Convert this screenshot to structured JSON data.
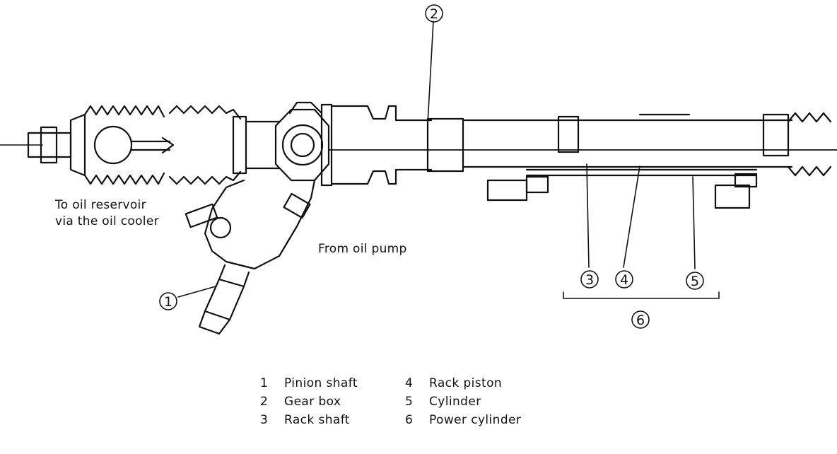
{
  "callouts": {
    "c1": "1",
    "c2": "2",
    "c3": "3",
    "c4": "4",
    "c5": "5",
    "c6": "6"
  },
  "labels": {
    "return_line_1": "To oil reservoir",
    "return_line_2": "via the oil cooler",
    "supply": "From oil pump"
  },
  "legend": [
    {
      "num": "1",
      "text": "Pinion shaft"
    },
    {
      "num": "4",
      "text": "Rack piston"
    },
    {
      "num": "2",
      "text": "Gear box"
    },
    {
      "num": "5",
      "text": "Cylinder"
    },
    {
      "num": "3",
      "text": "Rack shaft"
    },
    {
      "num": "6",
      "text": "Power cylinder"
    }
  ]
}
